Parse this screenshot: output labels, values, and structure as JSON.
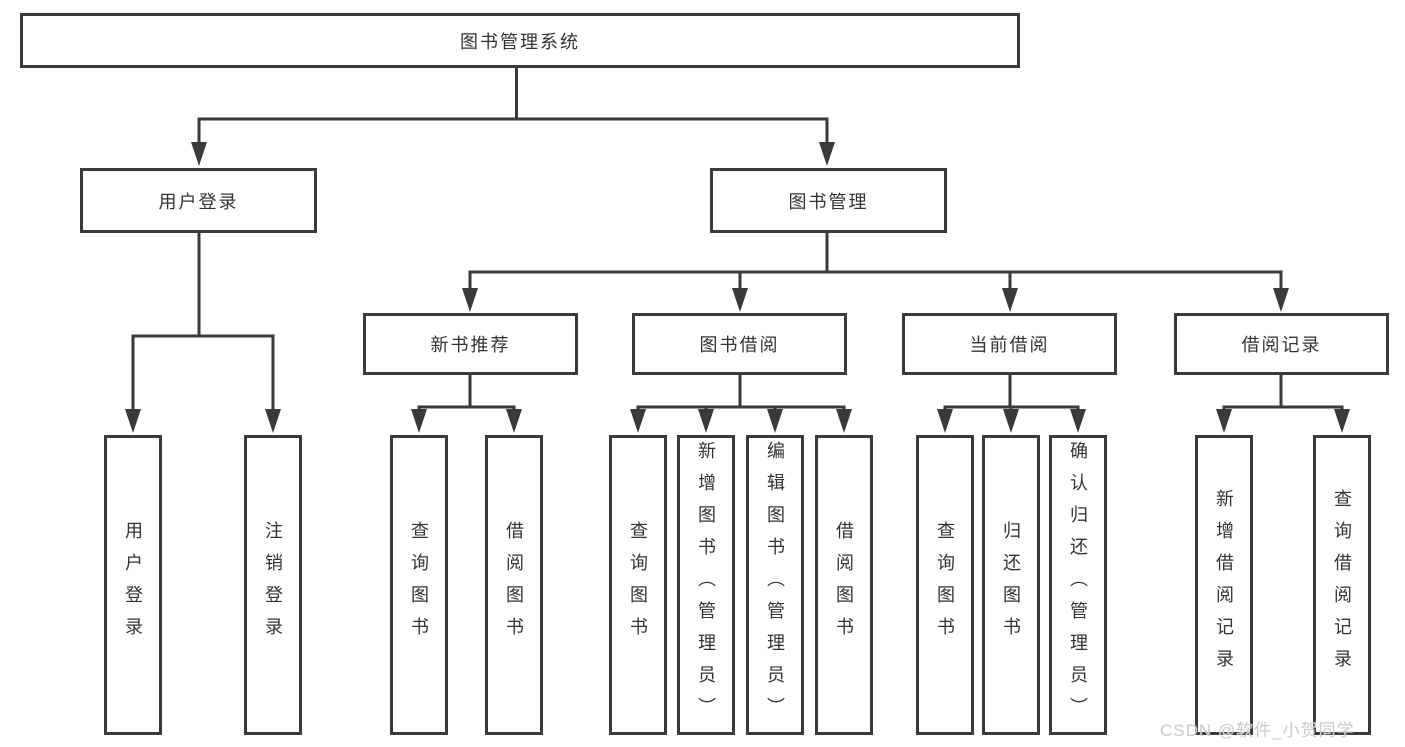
{
  "tree": {
    "label": "图书管理系统",
    "children": [
      {
        "label": "用户登录",
        "children": [
          {
            "label": "用户登录"
          },
          {
            "label": "注销登录"
          }
        ]
      },
      {
        "label": "图书管理",
        "children": [
          {
            "label": "新书推荐",
            "children": [
              {
                "label": "查询图书"
              },
              {
                "label": "借阅图书"
              }
            ]
          },
          {
            "label": "图书借阅",
            "children": [
              {
                "label": "查询图书"
              },
              {
                "label": "新增图书（管理员）"
              },
              {
                "label": "编辑图书（管理员）"
              },
              {
                "label": "借阅图书"
              }
            ]
          },
          {
            "label": "当前借阅",
            "children": [
              {
                "label": "查询图书"
              },
              {
                "label": "归还图书"
              },
              {
                "label": "确认归还（管理员）"
              }
            ]
          },
          {
            "label": "借阅记录",
            "children": [
              {
                "label": "新增借阅记录"
              },
              {
                "label": "查询借阅记录"
              }
            ]
          }
        ]
      }
    ]
  },
  "watermark": "CSDN @软件_小贺同学",
  "colors": {
    "line": "#3a3a3a",
    "text": "#333333",
    "background": "#ffffff",
    "watermark": "#c9c9c9"
  }
}
